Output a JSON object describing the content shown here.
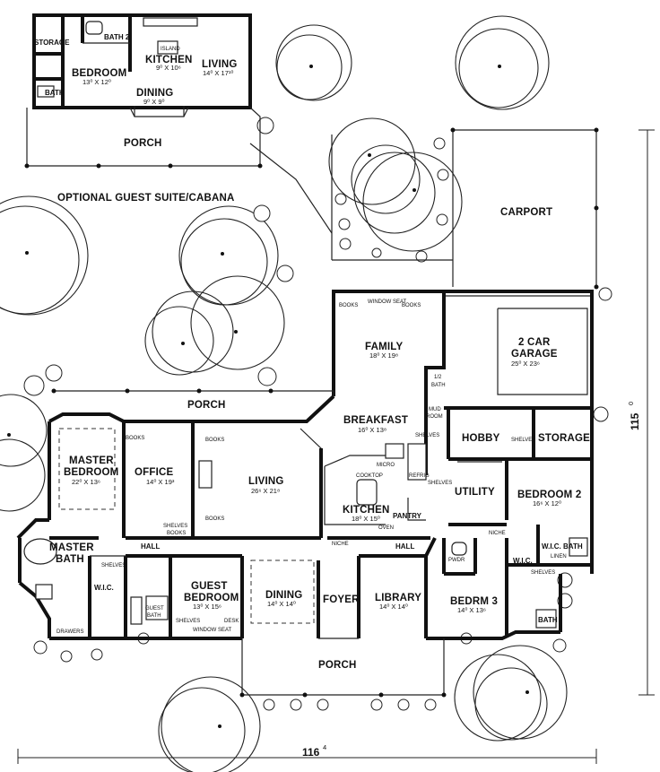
{
  "guest_suite": {
    "title": "OPTIONAL GUEST SUITE/CABANA",
    "rooms": {
      "storage": "STORAGE",
      "bath2": "BATH 2",
      "bedroom": "BEDROOM",
      "bedroom_dim": "13⁰ X 12⁰",
      "bath": "BATH",
      "island": "ISLAND",
      "kitchen": "KITCHEN",
      "kitchen_dim": "9⁰ X 10⁶",
      "living": "LIVING",
      "living_dim": "14⁰ X 17¹⁰",
      "dining": "DINING",
      "dining_dim": "9⁰ X 9⁰",
      "porch": "PORCH"
    }
  },
  "carport": {
    "label": "CARPORT"
  },
  "main_house": {
    "rooms": {
      "family": "FAMILY",
      "family_dim": "18⁰ X 19⁸",
      "books1": "BOOKS",
      "window_seat": "WINDOW SEAT",
      "books2": "BOOKS",
      "half_bath": "1/2",
      "half_bath_2": "BATH",
      "garage": "2 CAR",
      "garage_2": "GARAGE",
      "garage_dim": "25⁰ X 23⁶",
      "porch_back": "PORCH",
      "breakfast": "BREAKFAST",
      "breakfast_dim": "16⁰ X 13⁸",
      "mud": "MUD",
      "mud_2": "ROOM",
      "shelves_mud": "SHELVES",
      "hobby": "HOBBY",
      "shelves_hobby": "SHELVES",
      "storage": "STORAGE",
      "master_bedroom": "MASTER",
      "master_bedroom_2": "BEDROOM",
      "master_bedroom_dim": "22⁰ X 13⁶",
      "office": "OFFICE",
      "office_dim": "14⁰ X 19³",
      "books_office": "BOOKS",
      "shelves_office": "SHELVES",
      "books_office2": "BOOKS",
      "books_living1": "BOOKS",
      "books_living2": "BOOKS",
      "living": "LIVING",
      "living_dim": "26⁶ X 21⁸",
      "cooktop": "COOKTOP",
      "micro": "MICRO",
      "kitchen": "KITCHEN",
      "kitchen_dim": "18⁰ X 15⁰",
      "pantry": "PANTRY",
      "ovens": "OVEN",
      "shelves_kit": "SHELVES",
      "refrig": "REFRIG",
      "utility": "UTILITY",
      "bedroom2": "BEDROOM 2",
      "bedroom2_dim": "16⁶ X 12⁰",
      "master_bath": "MASTER",
      "master_bath_2": "BATH",
      "shelves_mb": "SHELVES",
      "wic_master": "W.I.C.",
      "hall_left": "HALL",
      "hall_right": "HALL",
      "guest_bedroom": "GUEST",
      "guest_bedroom_2": "BEDROOM",
      "guest_bedroom_dim": "13⁰ X 15⁶",
      "guest_bath": "GUEST",
      "guest_bath_2": "BATH",
      "shelves_gb": "SHELVES",
      "window_seat_gb": "WINDOW SEAT",
      "desk": "DESK",
      "drawers": "DRAWERS",
      "dining": "DINING",
      "dining_dim": "14⁰ X 14⁰",
      "foyer": "FOYER",
      "library": "LIBRARY",
      "library_dim": "14⁰ X 14⁰",
      "pwdr": "PWDR",
      "niche": "NICHE",
      "niche2": "NICHE",
      "bedrm3": "BEDRM 3",
      "bedrm3_dim": "14⁰ X 13⁶",
      "wic_b2": "W.I.C.",
      "bath_b2": "BATH",
      "wic_b3": "W.I.C.",
      "shelves_b3": "SHELVES",
      "bath_b3": "BATH",
      "linen": "LINEN",
      "porch_front": "PORCH"
    }
  },
  "dimensions": {
    "depth": "115",
    "depth_sup": "0",
    "width": "116",
    "width_sup": "4"
  }
}
